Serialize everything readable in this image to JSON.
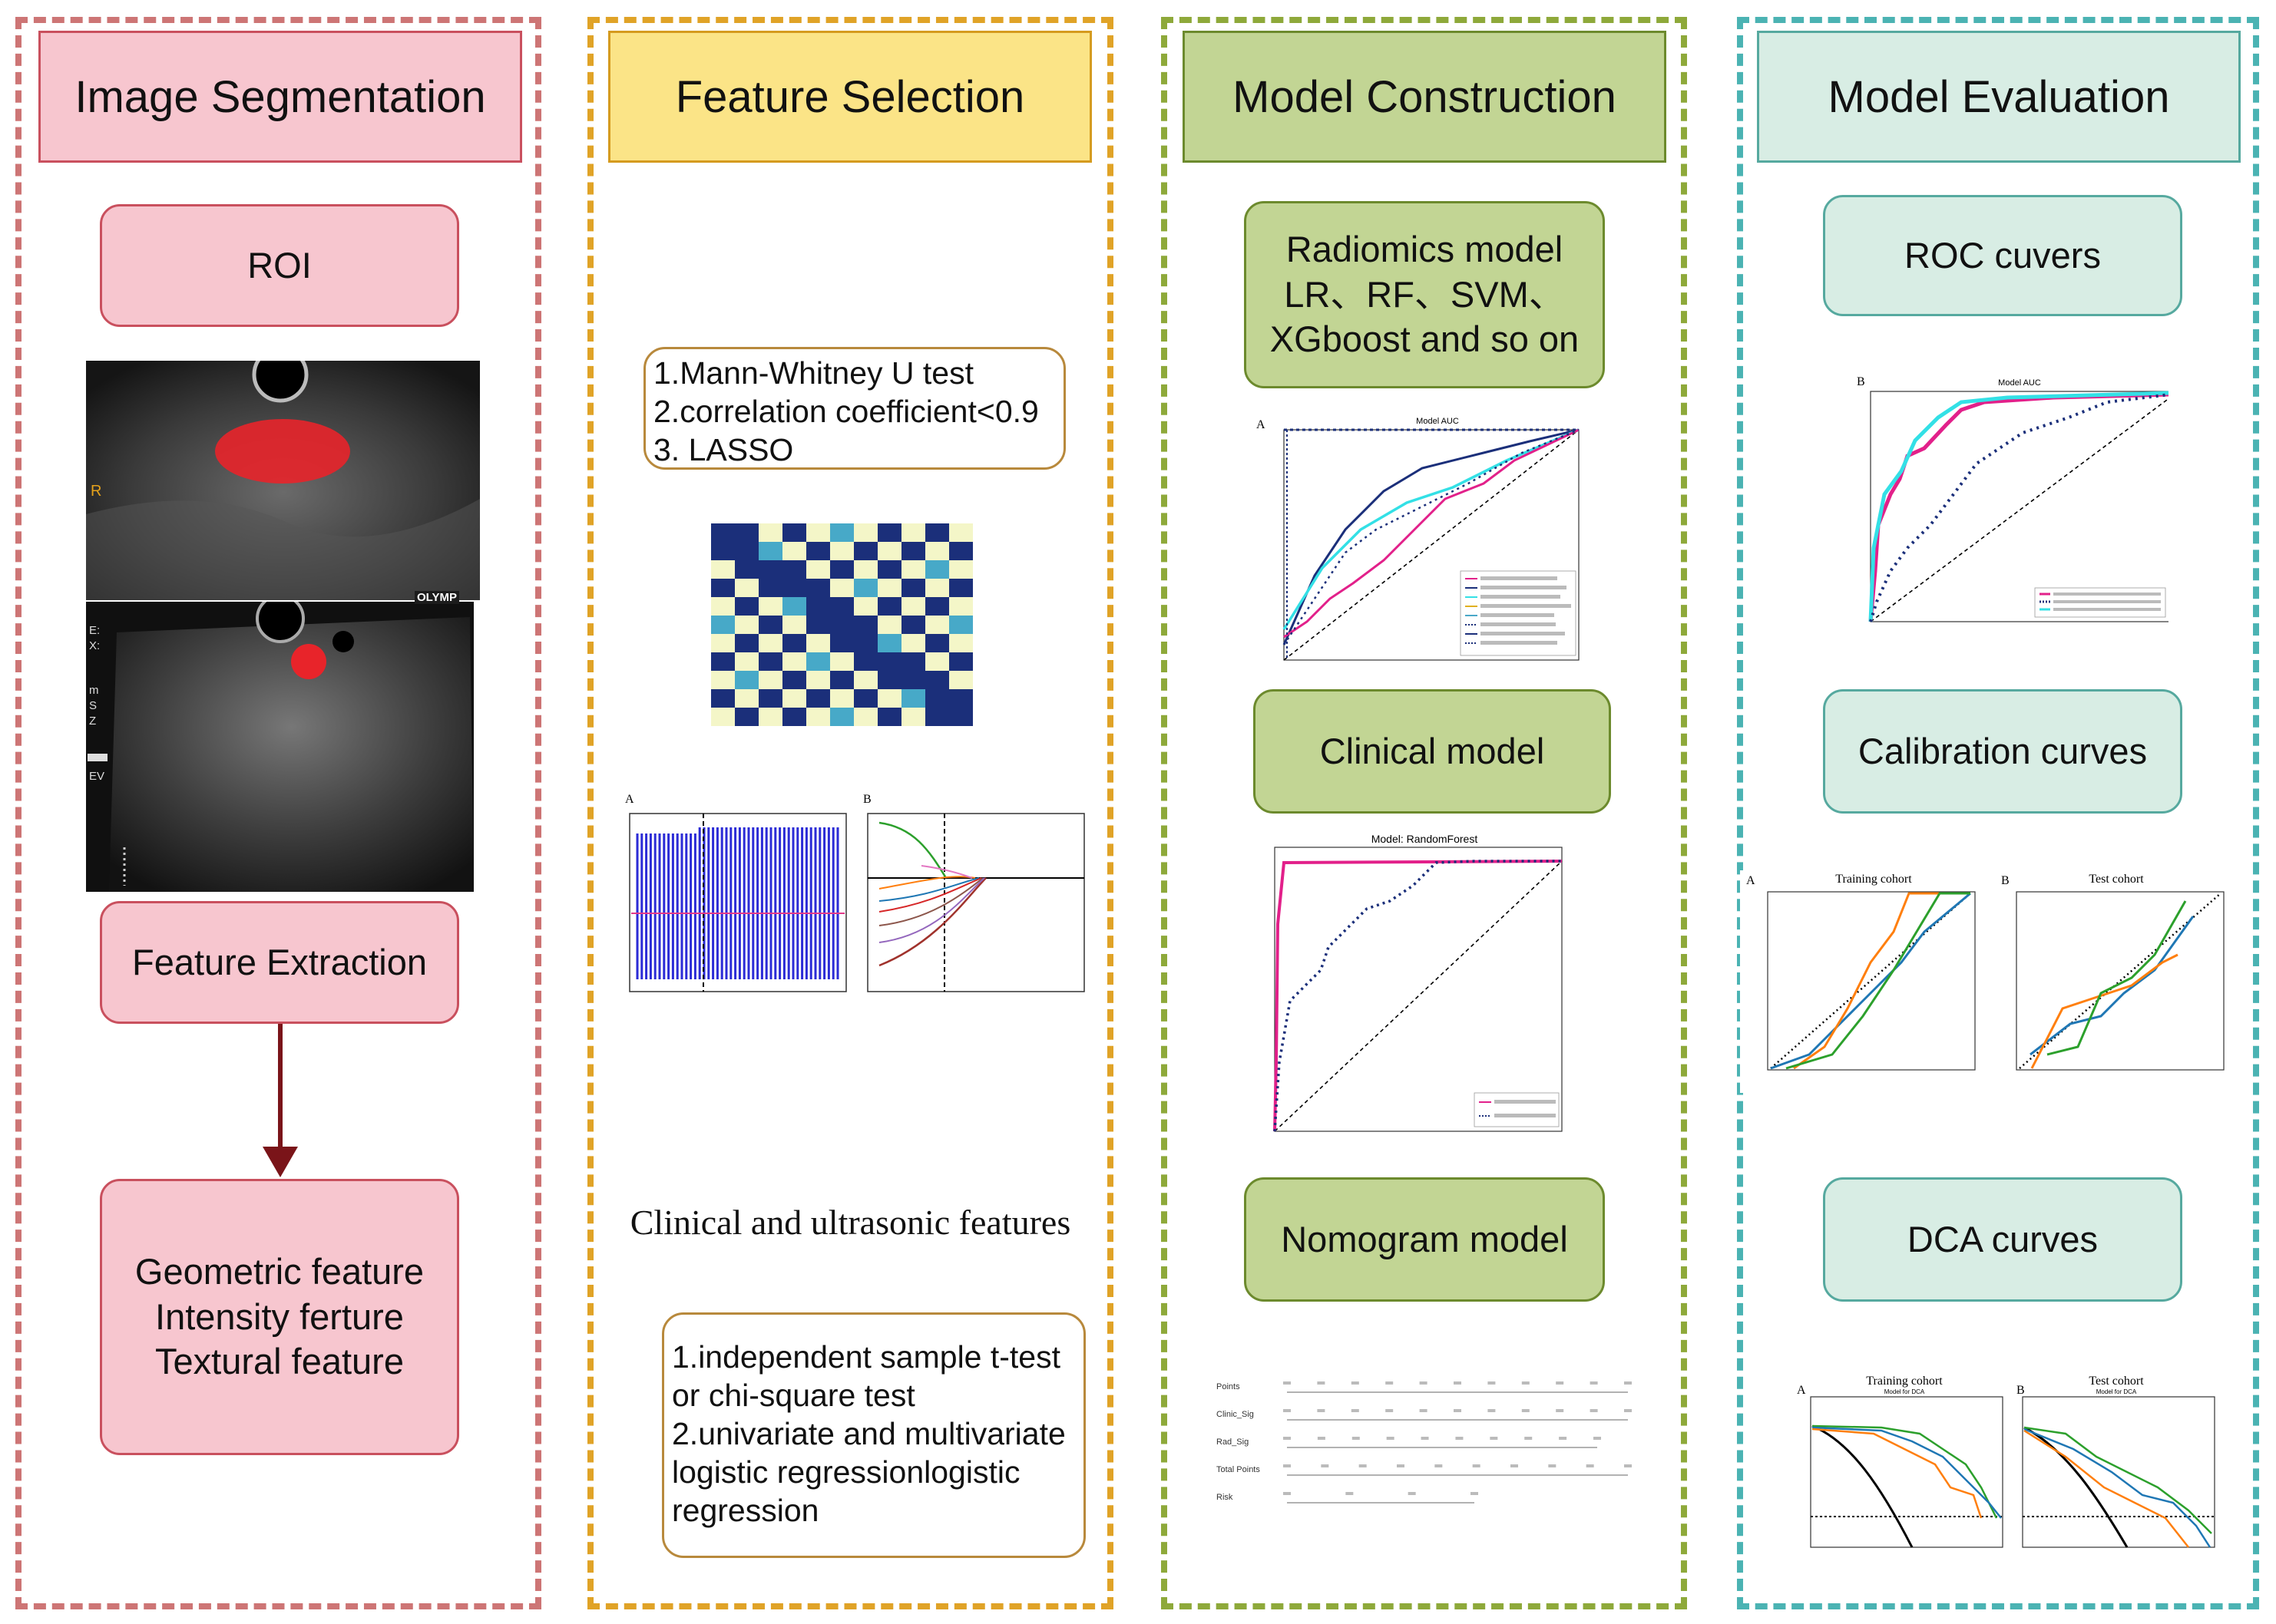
{
  "columns": [
    {
      "title": "Image Segmentation",
      "border": "#cd7575",
      "header_bg": "#f7c6cf",
      "header_border": "#c9505e"
    },
    {
      "title": "Feature Selection",
      "border": "#e0a327",
      "header_bg": "#fbe487",
      "header_border": "#d59b1f"
    },
    {
      "title": "Model Construction",
      "border": "#8ea93a",
      "header_bg": "#c2d594",
      "header_border": "#6c8a2d"
    },
    {
      "title": "Model Evaluation",
      "border": "#4bb3b3",
      "header_bg": "#d8ede4",
      "header_border": "#56a99f"
    }
  ],
  "segmentation": {
    "roi": "ROI",
    "feature_extraction": "Feature Extraction",
    "features": "Geometric feature\nIntensity ferture\nTextural feature",
    "us_marker_r": "R",
    "us_brand": "OLYMP",
    "us_side": [
      "E:",
      "X:",
      "m",
      "S",
      "Z",
      "EV"
    ]
  },
  "selection": {
    "steps_top": "1.Mann-Whitney U test\n2.correlation coefficient<0.9\n3. LASSO",
    "clinical_label": "Clinical and ultrasonic features",
    "steps_bottom": "1.independent sample t-test\nor chi-square test\n2.univariate and multivariate\nlogistic regressionlogistic\nregression",
    "lasso_panels": [
      "A",
      "B"
    ]
  },
  "construction": {
    "radiomics": "Radiomics model\nLR、RF、SVM、\nXGboost and so on",
    "clinical": "Clinical model",
    "nomogram": "Nomogram model",
    "auc_panel_letter": "A",
    "auc_title": "Model AUC",
    "rf_title": "Model: RandomForest",
    "nomogram_rows": [
      "Points",
      "Clinic_Sig",
      "Rad_Sig",
      "Total Points",
      "Risk"
    ]
  },
  "evaluation": {
    "roc": "ROC cuvers",
    "calibration": "Calibration curves",
    "dca": "DCA curves",
    "roc_panel_letter": "B",
    "roc_title": "Model AUC",
    "calib_titles": [
      "Training cohort",
      "Test cohort"
    ],
    "calib_letters": [
      "A",
      "B"
    ],
    "dca_titles": [
      "Training cohort",
      "Test cohort"
    ],
    "dca_letters": [
      "A",
      "B"
    ],
    "dca_subtitle": "Model for DCA"
  },
  "colors": {
    "arrow": "#7a1419",
    "roi_red": "#e8242a",
    "heat_dark": "#1b2f7a",
    "heat_light": "#f4f6c8",
    "heat_mid": "#47a9c8"
  }
}
